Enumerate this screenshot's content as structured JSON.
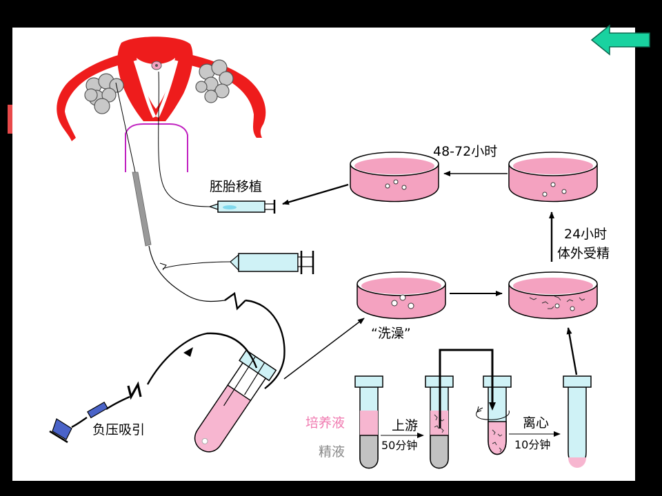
{
  "labels": {
    "embryo_transfer": "胚胎移植",
    "hours_48_72": "48-72小时",
    "hours_24": "24小时",
    "in_vitro_fertilization": "体外受精",
    "washing": "“洗澡”",
    "culture_medium": "培养液",
    "semen": "精液",
    "swim_up": "上游",
    "min_50": "50分钟",
    "centrifuge": "离心",
    "min_10": "10分钟",
    "negative_pressure_suction": "负压吸引"
  },
  "colors": {
    "uterus_red": "#ee1c1c",
    "dish_pink": "#f4a2c0",
    "medium_pink": "#f7b6d0",
    "tube_cyan": "#cff2f6",
    "semen_gray": "#c2c2c2",
    "follicle_gray": "#c8c8c8",
    "arrow_green": "#19d2a0",
    "culture_label": "#f07ab0",
    "semen_label": "#888888"
  }
}
